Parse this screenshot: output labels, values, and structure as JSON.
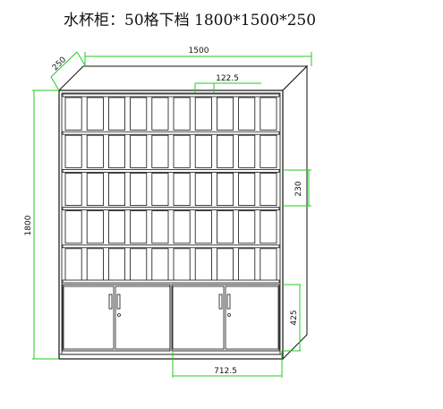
{
  "title": "水杯柜：50格下档  1800*1500*250",
  "dimensions": {
    "width": "1500",
    "depth": "250",
    "height": "1800",
    "compartment_width": "122.5",
    "compartment_height": "230",
    "door_height": "425",
    "door_width": "712.5"
  },
  "cabinet": {
    "compartment_rows": 5,
    "compartment_columns": 10,
    "lower_doors": 4
  },
  "colors": {
    "line": "#111111",
    "dimension": "#22cc22",
    "background": "#ffffff"
  }
}
